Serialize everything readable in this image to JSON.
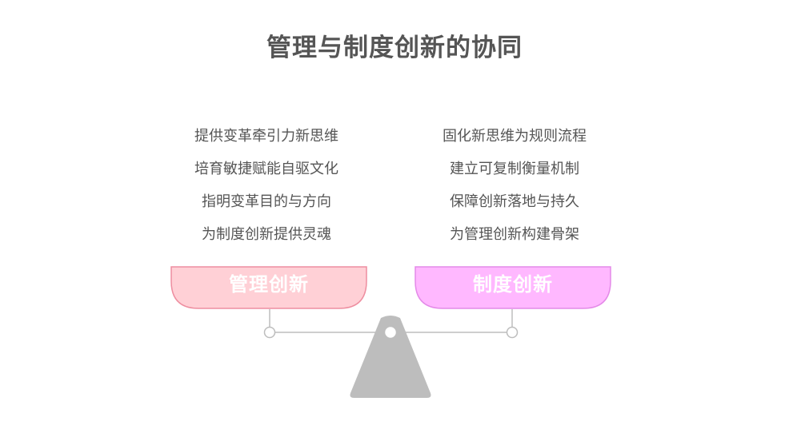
{
  "title": "管理与制度创新的协同",
  "left": {
    "label": "管理创新",
    "points": [
      "提供变革牵引力新思维",
      "培育敏捷赋能自驱文化",
      "指明变革目的与方向",
      "为制度创新提供灵魂"
    ],
    "fill_color": "#ffd0d6",
    "stroke_color": "#ee8ea0"
  },
  "right": {
    "label": "制度创新",
    "points": [
      "固化新思维为规则流程",
      "建立可复制衡量机制",
      "保障创新落地与持久",
      "为管理创新构建骨架"
    ],
    "fill_color": "#ffb8ff",
    "stroke_color": "#e48ae8"
  },
  "fulcrum_color": "#bdbdbd",
  "beam_color": "#bdbdbd"
}
